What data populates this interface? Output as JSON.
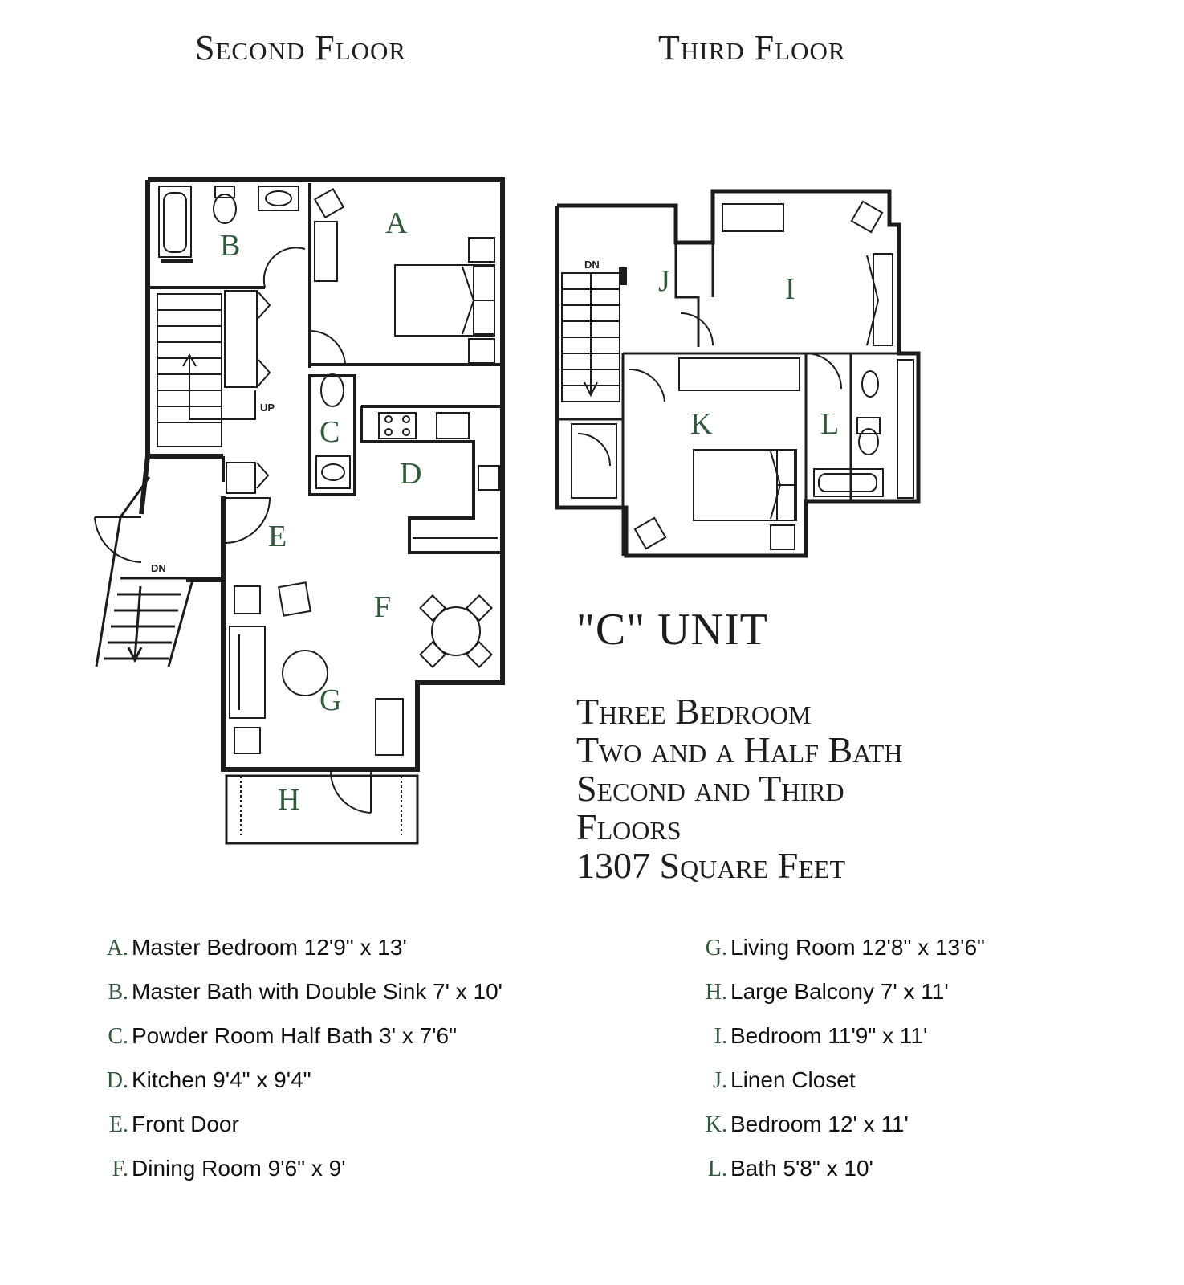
{
  "titles": {
    "second_floor": "Second Floor",
    "third_floor": "Third Floor"
  },
  "rooms": {
    "A": "A",
    "B": "B",
    "C": "C",
    "D": "D",
    "E": "E",
    "F": "F",
    "G": "G",
    "H": "H",
    "I": "I",
    "J": "J",
    "K": "K",
    "L": "L"
  },
  "stair_labels": {
    "up": "UP",
    "dn": "DN"
  },
  "unit": {
    "name": "\"C\" UNIT",
    "summary": [
      "Three Bedroom",
      "Two and a Half Bath",
      "Second and Third",
      "Floors",
      "1307 Square Feet"
    ]
  },
  "legend_left": [
    {
      "key": "A.",
      "text": "Master Bedroom 12'9\" x 13'"
    },
    {
      "key": "B.",
      "text": "Master Bath with Double Sink 7' x 10'"
    },
    {
      "key": "C.",
      "text": "Powder Room Half Bath 3' x 7'6\""
    },
    {
      "key": "D.",
      "text": "Kitchen 9'4\" x 9'4\""
    },
    {
      "key": "E.",
      "text": "Front Door"
    },
    {
      "key": "F.",
      "text": "Dining Room 9'6\" x 9'"
    }
  ],
  "legend_right": [
    {
      "key": "G.",
      "text": "Living Room 12'8\" x 13'6\""
    },
    {
      "key": "H.",
      "text": "Large Balcony 7' x 11'"
    },
    {
      "key": "I.",
      "text": "Bedroom 11'9\" x 11'"
    },
    {
      "key": "J.",
      "text": "Linen Closet"
    },
    {
      "key": "K.",
      "text": "Bedroom 12' x 11'"
    },
    {
      "key": "L.",
      "text": "Bath 5'8\" x 10'"
    }
  ]
}
